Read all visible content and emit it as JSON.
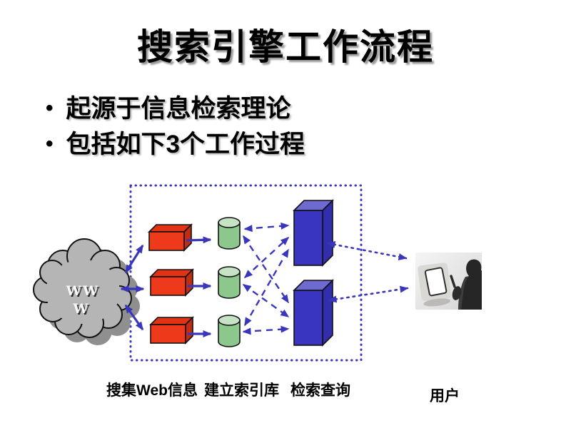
{
  "slide": {
    "title": "搜索引擎工作流程",
    "bullet_char": "•",
    "bullets": [
      "起源于信息检索理论",
      "包括如下3个工作过程"
    ]
  },
  "diagram": {
    "cloud_label_line1": "WW",
    "cloud_label_line2": "W",
    "stage_labels": [
      {
        "label": "搜集Web信息"
      },
      {
        "label": "建立索引库"
      },
      {
        "label": "检索查询"
      },
      {
        "label": "用户"
      }
    ],
    "counts": {
      "crawler_boxes": 3,
      "db_cylinders": 3,
      "index_boxes": 2
    }
  },
  "colors": {
    "crawler_box": "#ee3a1a",
    "crawler_box_top": "#e23414",
    "crawler_box_side": "#c22c0f",
    "db_cylinder": "#8cc88c",
    "db_cylinder_top": "#c6e3c6",
    "index_box": "#3a35c0",
    "index_box_top": "#6d6ad0",
    "index_box_side": "#322eae",
    "cloud": "#b5b5b5",
    "cloud_shadow": "#8f8f8f",
    "cloud_text": "#f8f8f8",
    "arrow": "#3a36bc",
    "dotted_border": "#3a36bc",
    "text": "#000000",
    "background": "#ffffff"
  }
}
